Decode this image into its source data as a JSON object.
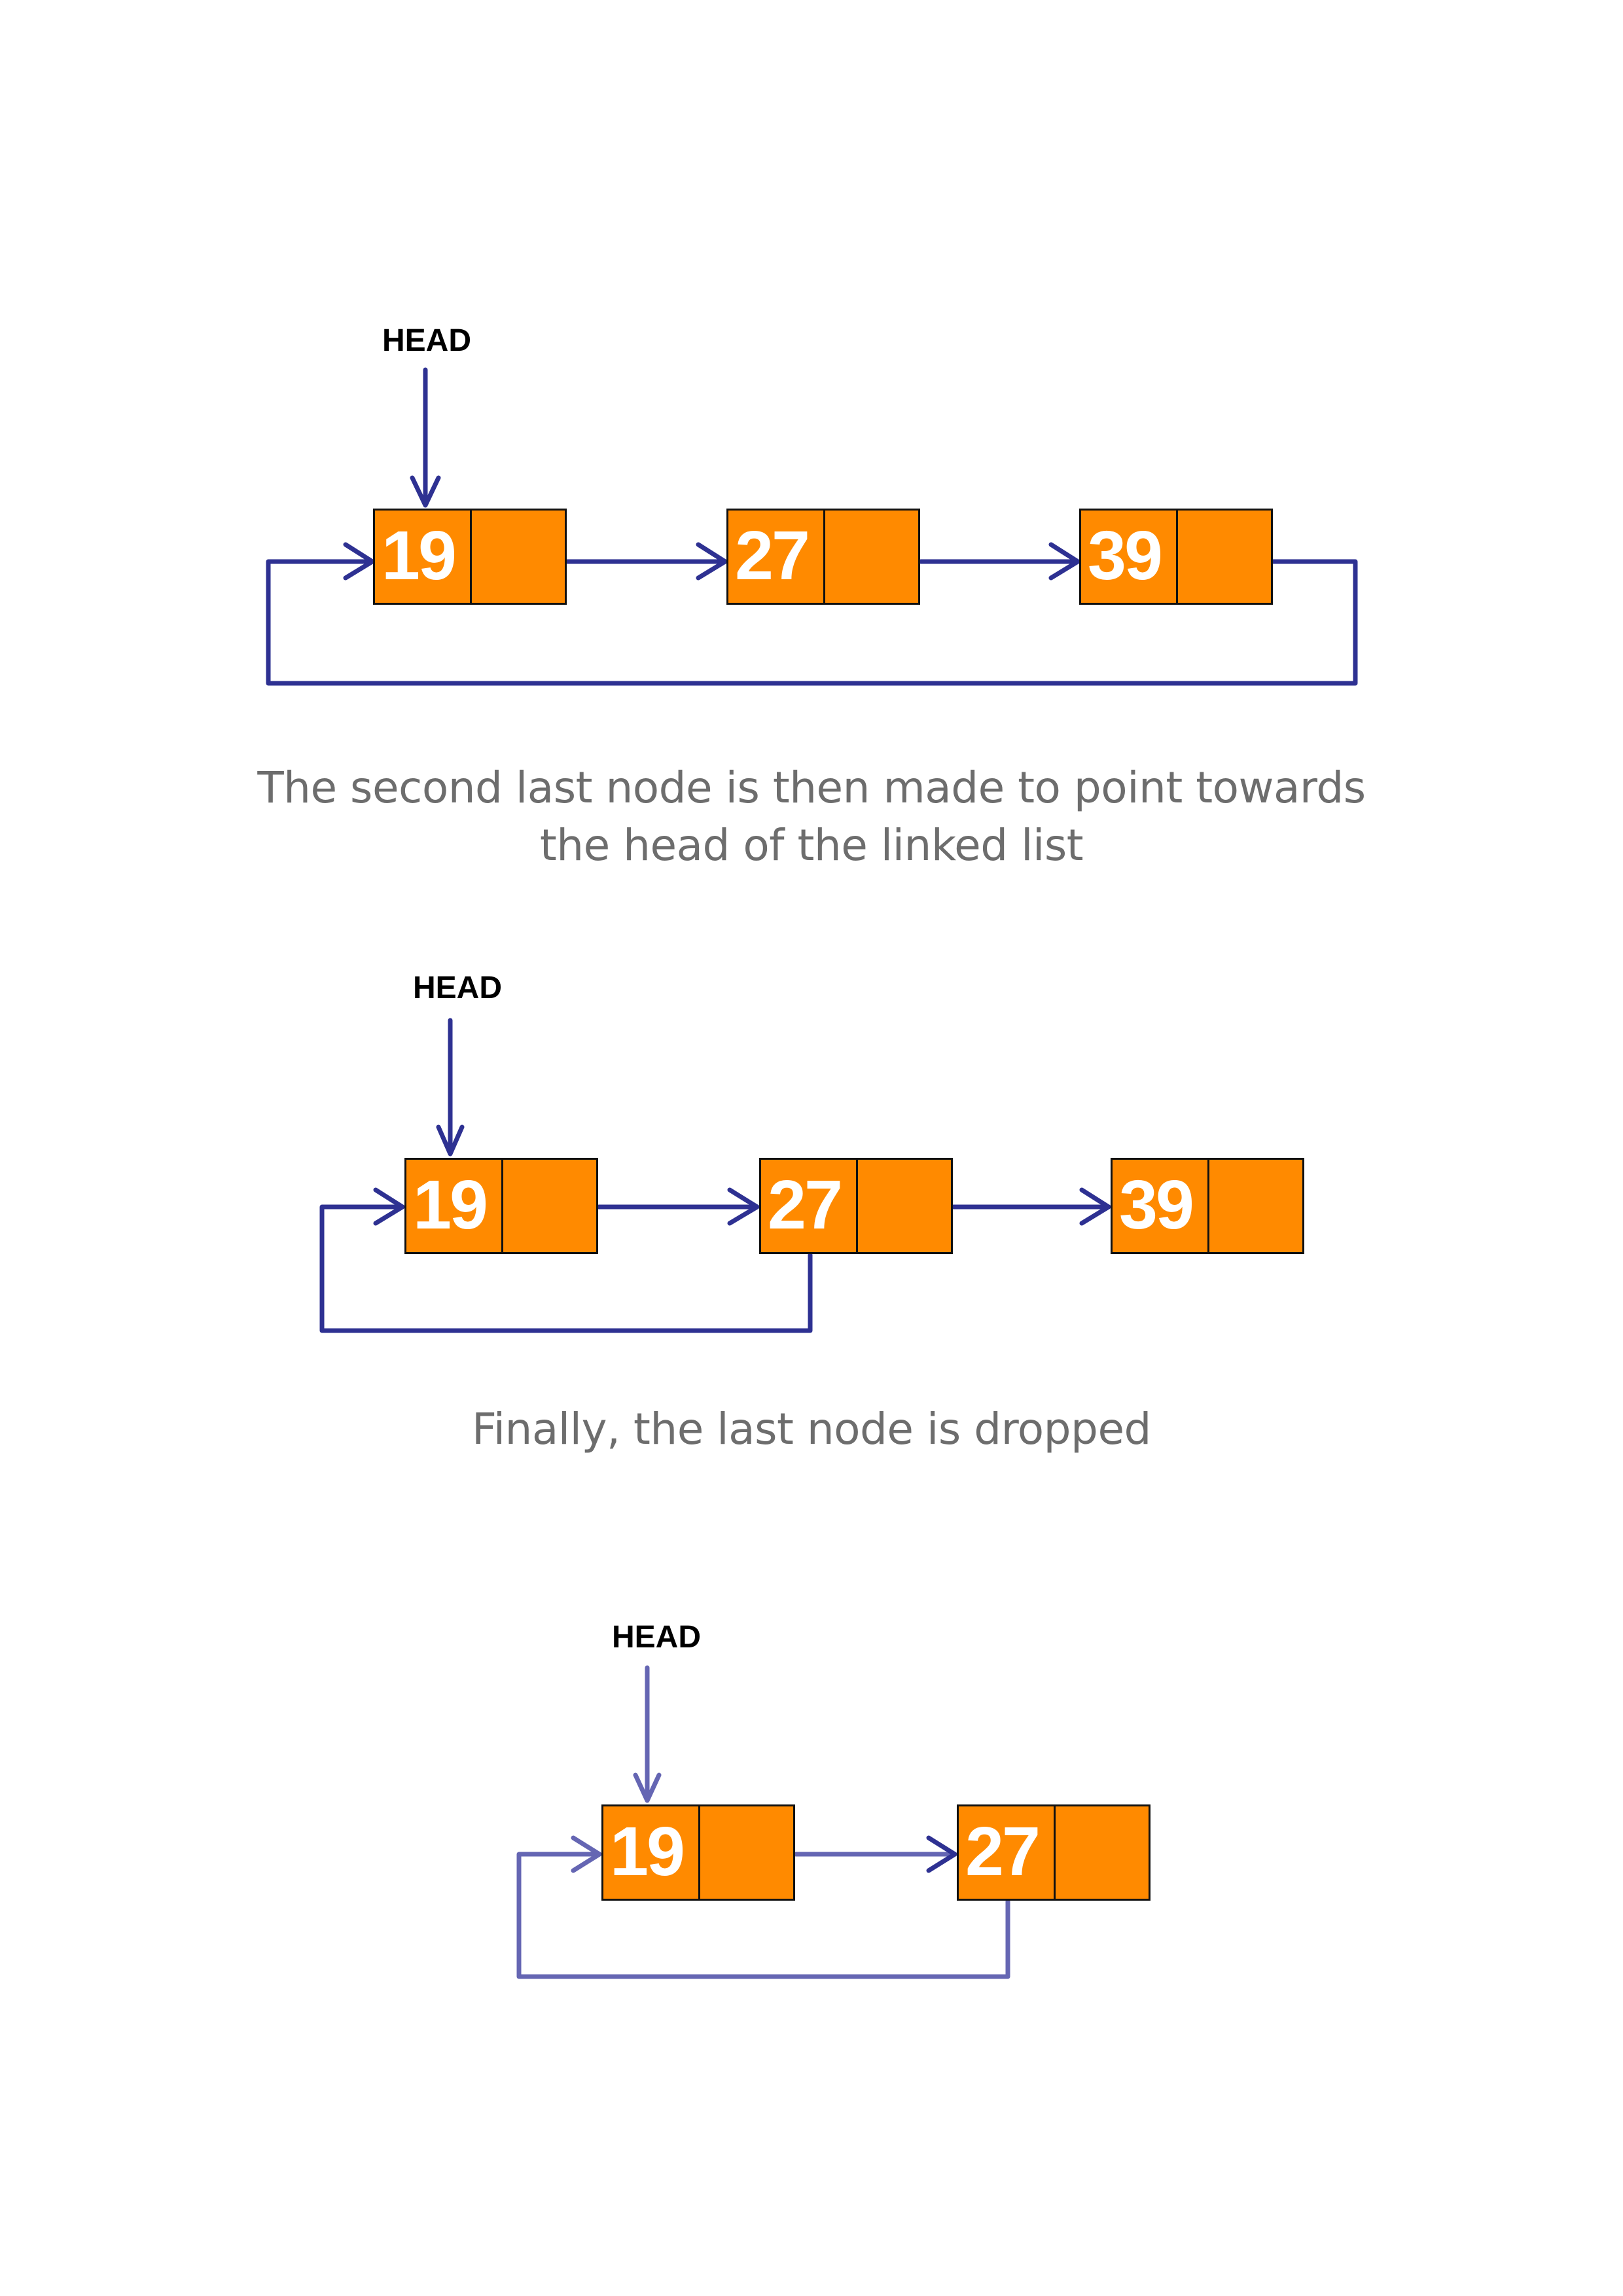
{
  "colors": {
    "node_fill": "#ff8a00",
    "node_border": "#111111",
    "arrow_dark": "#2e3192",
    "arrow_light": "#6566b3",
    "caption_text": "#6d6d6d",
    "head_text": "#000000"
  },
  "diagrams": [
    {
      "head_label": "HEAD",
      "nodes": [
        {
          "value": "19"
        },
        {
          "value": "27"
        },
        {
          "value": "39"
        }
      ],
      "loop_from": "39",
      "loop_to": "19"
    },
    {
      "head_label": "HEAD",
      "nodes": [
        {
          "value": "19"
        },
        {
          "value": "27"
        },
        {
          "value": "39"
        }
      ],
      "loop_from": "27",
      "loop_to": "19"
    },
    {
      "head_label": "HEAD",
      "nodes": [
        {
          "value": "19"
        },
        {
          "value": "27"
        }
      ],
      "loop_from": "27",
      "loop_to": "19"
    }
  ],
  "captions": {
    "step1_line1": "The second last node is then made to point towards",
    "step1_line2": "the head of the linked list",
    "step2": "Finally, the last node is dropped"
  }
}
